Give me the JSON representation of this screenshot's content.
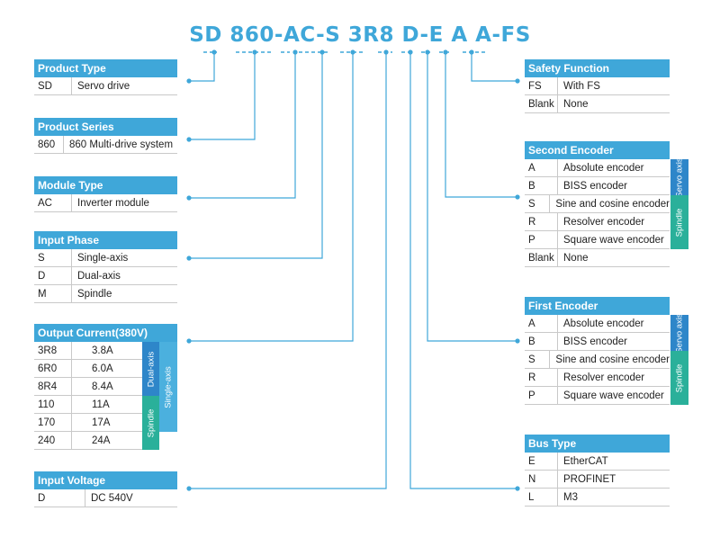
{
  "code": [
    "SD",
    "860-AC-S",
    "3R8",
    "D-E",
    "A",
    "A-FS"
  ],
  "left": {
    "product_type": {
      "title": "Product Type",
      "rows": [
        [
          "SD",
          "Servo drive"
        ]
      ]
    },
    "product_series": {
      "title": "Product Series",
      "rows": [
        [
          "860",
          "860 Multi-drive system"
        ]
      ]
    },
    "module_type": {
      "title": "Module Type",
      "rows": [
        [
          "AC",
          "Inverter module"
        ]
      ]
    },
    "input_phase": {
      "title": "Input Phase",
      "rows": [
        [
          "S",
          "Single-axis"
        ],
        [
          "D",
          "Dual-axis"
        ],
        [
          "M",
          "Spindle"
        ]
      ]
    },
    "output_current": {
      "title": "Output Current(380V)",
      "rows": [
        [
          "3R8",
          "3.8A"
        ],
        [
          "6R0",
          "6.0A"
        ],
        [
          "8R4",
          "8.4A"
        ],
        [
          "110",
          "11A"
        ],
        [
          "170",
          "17A"
        ],
        [
          "240",
          "24A"
        ]
      ],
      "tags": {
        "dual_axis": "Dual-axis",
        "spindle": "Spindle",
        "single_axis": "Single-axis"
      }
    },
    "input_voltage": {
      "title": "Input Voltage",
      "rows": [
        [
          "D",
          "DC 540V"
        ]
      ]
    }
  },
  "right": {
    "safety_function": {
      "title": "Safety Function",
      "rows": [
        [
          "FS",
          "With FS"
        ],
        [
          "Blank",
          "None"
        ]
      ]
    },
    "second_encoder": {
      "title": "Second Encoder",
      "rows": [
        [
          "A",
          "Absolute encoder"
        ],
        [
          "B",
          "BISS encoder"
        ],
        [
          "S",
          "Sine and cosine encoder"
        ],
        [
          "R",
          "Resolver encoder"
        ],
        [
          "P",
          "Square wave encoder"
        ],
        [
          "Blank",
          "None"
        ]
      ],
      "tags": {
        "servo_axis": "Servo axis",
        "spindle": "Spindle"
      }
    },
    "first_encoder": {
      "title": "First Encoder",
      "rows": [
        [
          "A",
          "Absolute encoder"
        ],
        [
          "B",
          "BISS encoder"
        ],
        [
          "S",
          "Sine and cosine encoder"
        ],
        [
          "R",
          "Resolver encoder"
        ],
        [
          "P",
          "Square wave encoder"
        ]
      ],
      "tags": {
        "servo_axis": "Servo axis",
        "spindle": "Spindle"
      }
    },
    "bus_type": {
      "title": "Bus Type",
      "rows": [
        [
          "E",
          "EtherCAT"
        ],
        [
          "N",
          "PROFINET"
        ],
        [
          "L",
          "M3"
        ]
      ]
    }
  },
  "colors": {
    "header": "#3fa7d9",
    "code": "#3fa7d9",
    "servo_tag": "#2e86c9",
    "spindle_tag": "#2ab09a",
    "line": "#3fa7d9"
  }
}
